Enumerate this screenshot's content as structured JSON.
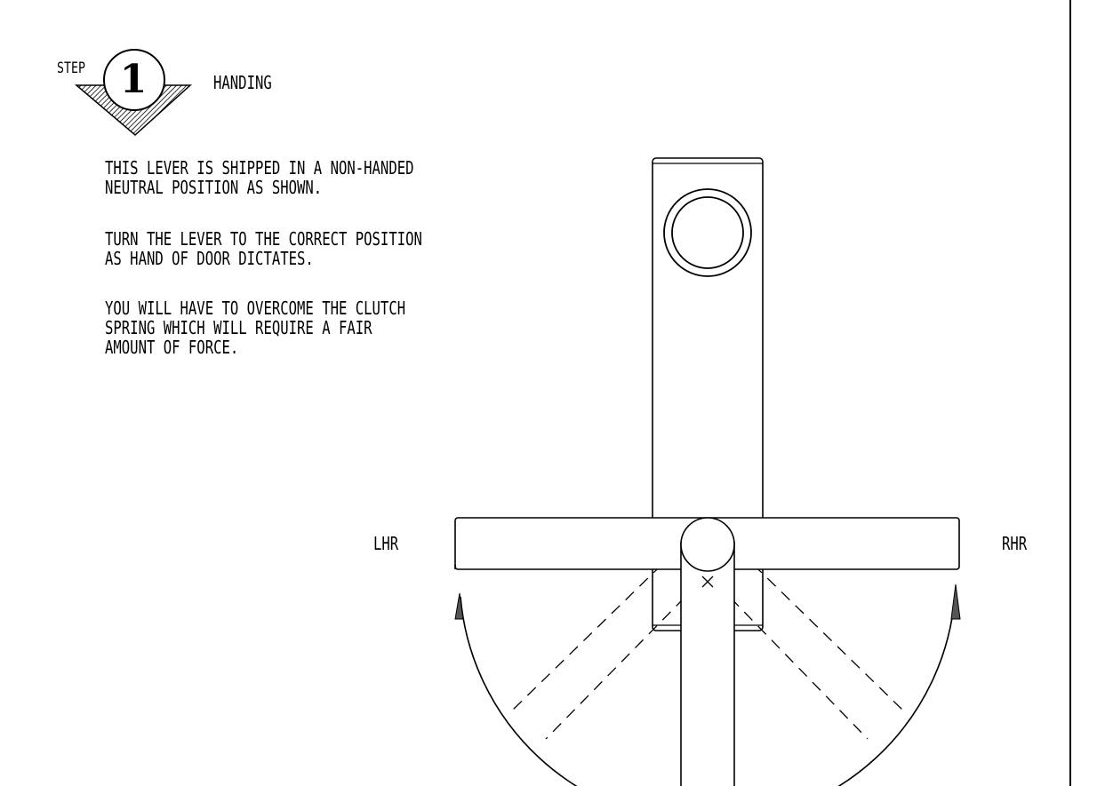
{
  "step": {
    "label": "STEP",
    "number": "1",
    "title": "HANDING"
  },
  "instructions": [
    [
      "THIS LEVER IS SHIPPED IN A NON-HANDED",
      "NEUTRAL POSITION AS SHOWN."
    ],
    [
      "TURN THE LEVER TO THE CORRECT POSITION",
      "AS HAND OF DOOR DICTATES."
    ],
    [
      "YOU WILL HAVE TO OVERCOME THE CLUTCH",
      "SPRING WHICH WILL REQUIRE A FAIR",
      "AMOUNT OF FORCE."
    ]
  ],
  "labels": {
    "left": "LHR",
    "right": "RHR"
  },
  "colors": {
    "line": "#000000",
    "background": "#ffffff",
    "arrowhead": "#555555"
  }
}
